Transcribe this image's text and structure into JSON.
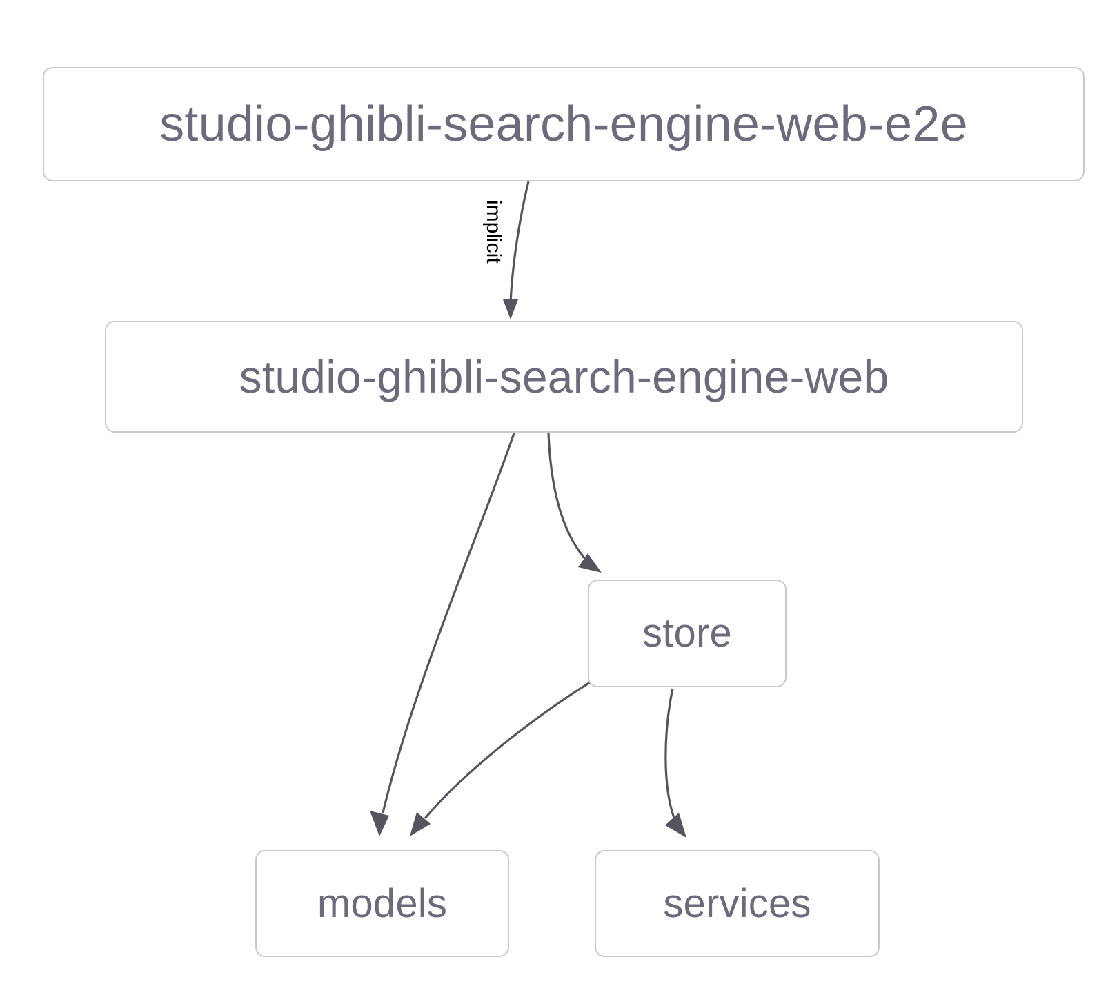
{
  "diagram": {
    "type": "dependency-graph",
    "background_color": "#ffffff",
    "node_border_color": "#c9c9d1",
    "node_text_color": "#6b6b7b",
    "edge_color": "#555560",
    "edge_label_color": "#000000",
    "nodes": [
      {
        "id": "e2e",
        "label": "studio-ghibli-search-engine-web-e2e"
      },
      {
        "id": "web",
        "label": "studio-ghibli-search-engine-web"
      },
      {
        "id": "store",
        "label": "store"
      },
      {
        "id": "models",
        "label": "models"
      },
      {
        "id": "services",
        "label": "services"
      }
    ],
    "edges": [
      {
        "from": "e2e",
        "to": "web",
        "label": "implicit"
      },
      {
        "from": "web",
        "to": "models",
        "label": ""
      },
      {
        "from": "web",
        "to": "store",
        "label": ""
      },
      {
        "from": "store",
        "to": "models",
        "label": ""
      },
      {
        "from": "store",
        "to": "services",
        "label": ""
      }
    ]
  }
}
